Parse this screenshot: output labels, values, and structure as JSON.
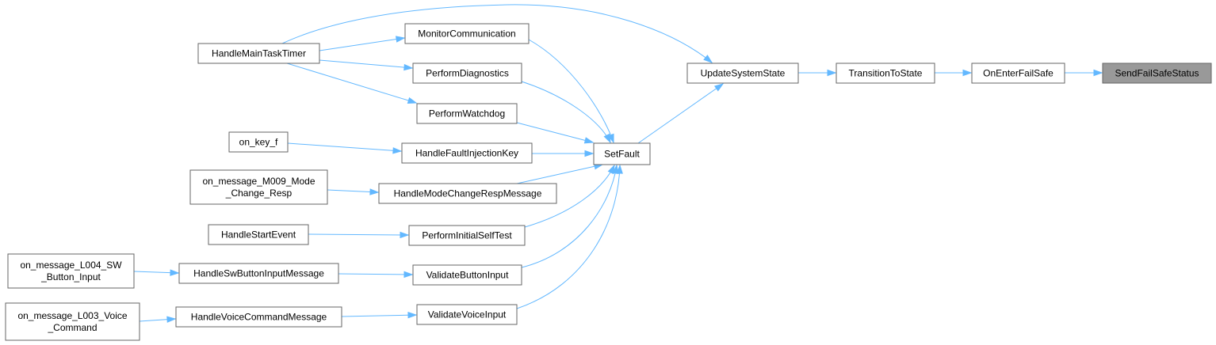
{
  "graph": {
    "edge_color": "#63b8ff",
    "node_border_color": "#666666",
    "highlight_fill": "#999999",
    "nodes": [
      {
        "id": "SendFailSafeStatus",
        "lines": [
          "SendFailSafeStatus"
        ],
        "highlight": true
      },
      {
        "id": "OnEnterFailSafe",
        "lines": [
          "OnEnterFailSafe"
        ]
      },
      {
        "id": "TransitionToState",
        "lines": [
          "TransitionToState"
        ]
      },
      {
        "id": "UpdateSystemState",
        "lines": [
          "UpdateSystemState"
        ]
      },
      {
        "id": "HandleMainTaskTimer",
        "lines": [
          "HandleMainTaskTimer"
        ]
      },
      {
        "id": "SetFault",
        "lines": [
          "SetFault"
        ]
      },
      {
        "id": "MonitorCommunication",
        "lines": [
          "MonitorCommunication"
        ]
      },
      {
        "id": "PerformDiagnostics",
        "lines": [
          "PerformDiagnostics"
        ]
      },
      {
        "id": "PerformWatchdog",
        "lines": [
          "PerformWatchdog"
        ]
      },
      {
        "id": "HandleFaultInjectionKey",
        "lines": [
          "HandleFaultInjectionKey"
        ]
      },
      {
        "id": "on_key_f",
        "lines": [
          "on_key_f"
        ]
      },
      {
        "id": "HandleModeChangeRespMessage",
        "lines": [
          "HandleModeChangeRespMessage"
        ]
      },
      {
        "id": "on_message_M009",
        "lines": [
          "on_message_M009_Mode",
          "_Change_Resp"
        ]
      },
      {
        "id": "PerformInitialSelfTest",
        "lines": [
          "PerformInitialSelfTest"
        ]
      },
      {
        "id": "HandleStartEvent",
        "lines": [
          "HandleStartEvent"
        ]
      },
      {
        "id": "ValidateButtonInput",
        "lines": [
          "ValidateButtonInput"
        ]
      },
      {
        "id": "HandleSwButtonInputMessage",
        "lines": [
          "HandleSwButtonInputMessage"
        ]
      },
      {
        "id": "on_message_L004",
        "lines": [
          "on_message_L004_SW",
          "_Button_Input"
        ]
      },
      {
        "id": "ValidateVoiceInput",
        "lines": [
          "ValidateVoiceInput"
        ]
      },
      {
        "id": "HandleVoiceCommandMessage",
        "lines": [
          "HandleVoiceCommandMessage"
        ]
      },
      {
        "id": "on_message_L003",
        "lines": [
          "on_message_L003_Voice",
          "_Command"
        ]
      }
    ],
    "edges": [
      {
        "from": "OnEnterFailSafe",
        "to": "SendFailSafeStatus"
      },
      {
        "from": "TransitionToState",
        "to": "OnEnterFailSafe"
      },
      {
        "from": "UpdateSystemState",
        "to": "TransitionToState"
      },
      {
        "from": "HandleMainTaskTimer",
        "to": "UpdateSystemState"
      },
      {
        "from": "SetFault",
        "to": "UpdateSystemState"
      },
      {
        "from": "HandleMainTaskTimer",
        "to": "MonitorCommunication"
      },
      {
        "from": "HandleMainTaskTimer",
        "to": "PerformDiagnostics"
      },
      {
        "from": "HandleMainTaskTimer",
        "to": "PerformWatchdog"
      },
      {
        "from": "MonitorCommunication",
        "to": "SetFault"
      },
      {
        "from": "PerformDiagnostics",
        "to": "SetFault"
      },
      {
        "from": "PerformWatchdog",
        "to": "SetFault"
      },
      {
        "from": "HandleFaultInjectionKey",
        "to": "SetFault"
      },
      {
        "from": "HandleModeChangeRespMessage",
        "to": "SetFault"
      },
      {
        "from": "PerformInitialSelfTest",
        "to": "SetFault"
      },
      {
        "from": "ValidateButtonInput",
        "to": "SetFault"
      },
      {
        "from": "ValidateVoiceInput",
        "to": "SetFault"
      },
      {
        "from": "on_key_f",
        "to": "HandleFaultInjectionKey"
      },
      {
        "from": "on_message_M009",
        "to": "HandleModeChangeRespMessage"
      },
      {
        "from": "HandleStartEvent",
        "to": "PerformInitialSelfTest"
      },
      {
        "from": "HandleSwButtonInputMessage",
        "to": "ValidateButtonInput"
      },
      {
        "from": "on_message_L004",
        "to": "HandleSwButtonInputMessage"
      },
      {
        "from": "HandleVoiceCommandMessage",
        "to": "ValidateVoiceInput"
      },
      {
        "from": "on_message_L003",
        "to": "HandleVoiceCommandMessage"
      }
    ]
  }
}
